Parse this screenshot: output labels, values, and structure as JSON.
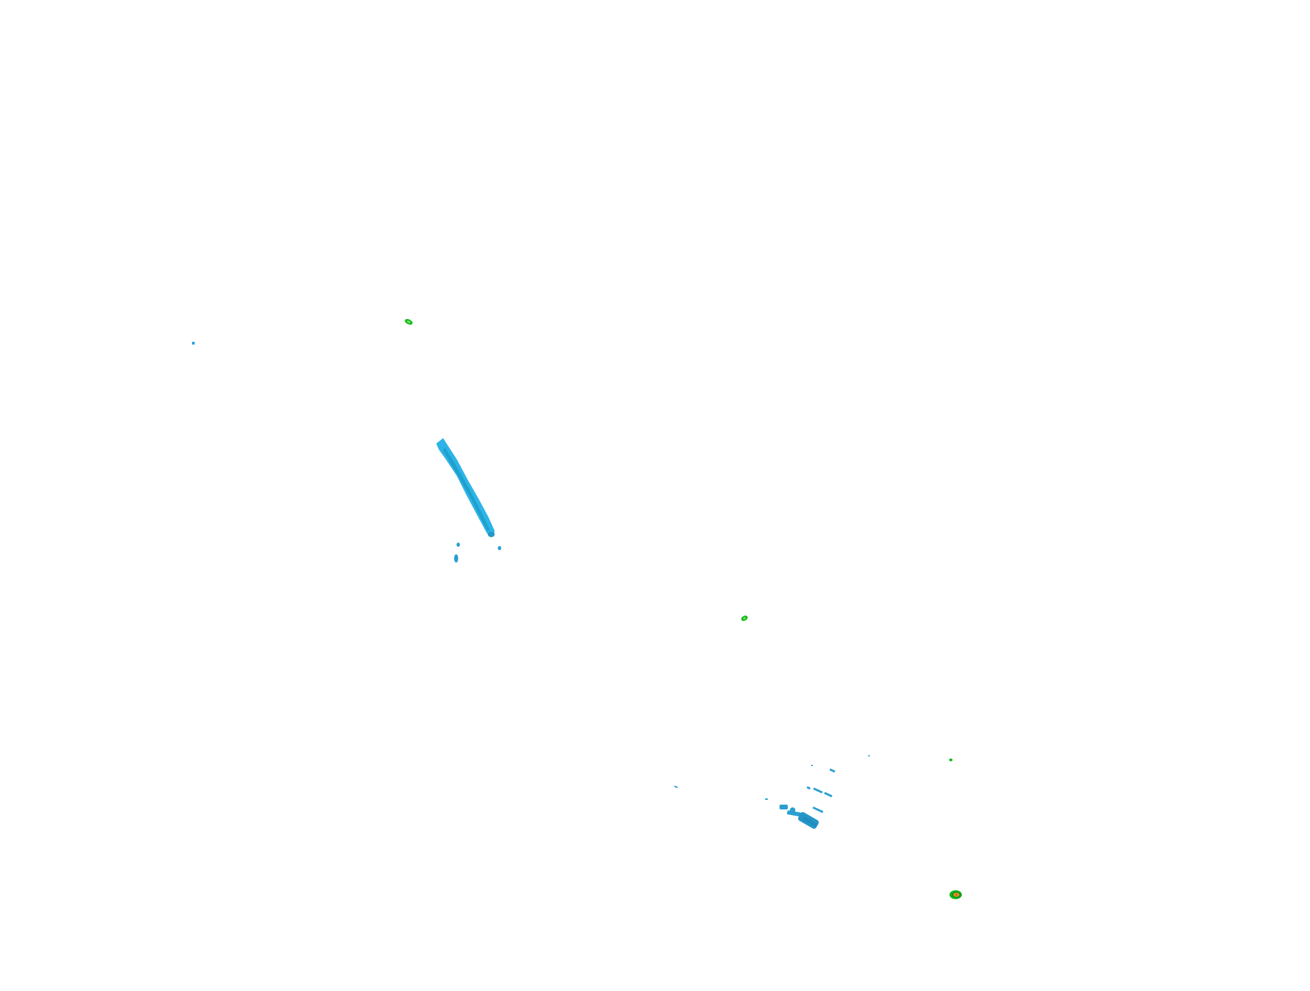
{
  "scene": {
    "background_color": "#ffffff",
    "marks": [
      {
        "id": "speck-left-blue",
        "kind": "speck",
        "color": "#29a9db"
      },
      {
        "id": "blob-top-green",
        "kind": "blob",
        "color": "#14b814"
      },
      {
        "id": "streak-blue-main",
        "kind": "streak",
        "color": "#2db4e6"
      },
      {
        "id": "drops-below-streak",
        "kind": "drops",
        "color": "#2a9fd0"
      },
      {
        "id": "blob-mid-green",
        "kind": "blob",
        "color": "#14b814"
      },
      {
        "id": "fragments-lower-right",
        "kind": "fragments",
        "color": "#2a9fd0"
      },
      {
        "id": "speck-lower-green",
        "kind": "speck",
        "color": "#14b814"
      },
      {
        "id": "hotspot-orange-green",
        "kind": "hotspot",
        "color": "#d9a21b"
      }
    ]
  }
}
